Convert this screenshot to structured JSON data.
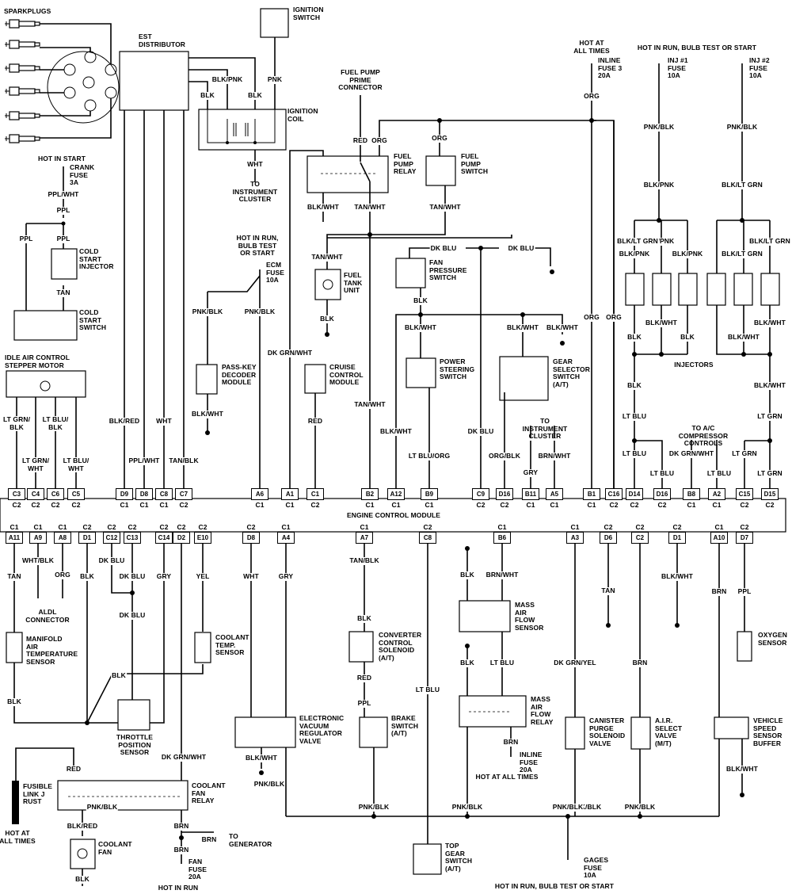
{
  "diagram": {
    "title": "ENGINE CONTROL MODULE",
    "top_components": {
      "sparkplugs": "SPARKPLUGS",
      "distributor": "EST\nDISTRIBUTOR",
      "ignition_switch": "IGNITION\nSWITCH",
      "ignition_coil": "IGNITION\nCOIL",
      "to_instrument_cluster_1": "TO\nINSTRUMENT\nCLUSTER",
      "hot_in_start": "HOT IN START",
      "crank_fuse": "CRANK\nFUSE\n3A",
      "cold_start_injector": "COLD\nSTART\nINJECTOR",
      "cold_start_switch": "COLD\nSTART\nSWITCH",
      "iac_motor": "IDLE AIR CONTROL\nSTEPPER MOTOR",
      "hot_in_run_ecm": "HOT IN RUN,\nBULB TEST\nOR START",
      "ecm_fuse": "ECM\nFUSE\n10A",
      "passkey": "PASS-KEY\nDECODER\nMODULE",
      "cruise": "CRUISE\nCONTROL\nMODULE",
      "fuel_pump_prime": "FUEL PUMP\nPRIME\nCONNECTOR",
      "fuel_pump_relay": "FUEL\nPUMP\nRELAY",
      "fuel_pump_switch": "FUEL\nPUMP\nSWITCH",
      "fuel_tank_unit": "FUEL\nTANK\nUNIT",
      "fan_pressure_switch": "FAN\nPRESSURE\nSWITCH",
      "power_steering_switch": "POWER\nSTEERING\nSWITCH",
      "gear_selector_switch": "GEAR\nSELECTOR\nSWITCH\n(A/T)",
      "to_instrument_cluster_2": "TO\nINSTRUMENT\nCLUSTER",
      "hot_at_all_times_1": "HOT AT\nALL TIMES",
      "inline_fuse_3": "INLINE\nFUSE 3\n20A",
      "hot_in_run_inj": "HOT IN RUN, BULB TEST OR START",
      "inj1_fuse": "INJ #1\nFUSE\n10A",
      "inj2_fuse": "INJ #2\nFUSE\n10A",
      "injectors": "INJECTORS",
      "to_ac": "TO A/C\nCOMPRESSOR\nCONTROLS"
    },
    "bottom_components": {
      "aldl": "ALDL\nCONNECTOR",
      "mat_sensor": "MANIFOLD\nAIR\nTEMPERATURE\nSENSOR",
      "coolant_temp_sensor": "COOLANT\nTEMP.\nSENSOR",
      "tps": "THROTTLE\nPOSITION\nSENSOR",
      "evrv": "ELECTRONIC\nVACUUM\nREGULATOR\nVALVE",
      "ccs": "CONVERTER\nCONTROL\nSOLENOID\n(A/T)",
      "brake_switch": "BRAKE\nSWITCH\n(A/T)",
      "maf_sensor": "MASS\nAIR\nFLOW\nSENSOR",
      "maf_relay": "MASS\nAIR\nFLOW\nRELAY",
      "inline_fuse_maf": "INLINE\nFUSE\n20A",
      "hot_at_all_times_2": "HOT AT ALL TIMES",
      "canister": "CANISTER\nPURGE\nSOLENOID\nVALVE",
      "air_select": "A.I.R.\nSELECT\nVALVE\n(M/T)",
      "oxygen_sensor": "OXYGEN\nSENSOR",
      "vss_buffer": "VEHICLE\nSPEED\nSENSOR\nBUFFER",
      "fusible_link": "FUSIBLE\nLINK J\nRUST",
      "hot_at_all_times_3": "HOT AT\nALL TIMES",
      "coolant_fan_relay": "COOLANT\nFAN\nRELAY",
      "coolant_fan": "COOLANT\nFAN",
      "to_generator": "TO\nGENERATOR",
      "fan_fuse": "FAN\nFUSE\n20A",
      "hot_in_run": "HOT IN RUN",
      "top_gear_switch": "TOP\nGEAR\nSWITCH\n(A/T)",
      "gages_fuse": "GAGES\nFUSE\n10A",
      "hot_in_run_gages": "HOT IN RUN, BULB TEST OR START"
    },
    "top_pins": [
      {
        "pin": "C3",
        "conn": "C2"
      },
      {
        "pin": "C4",
        "conn": "C2"
      },
      {
        "pin": "C6",
        "conn": "C2"
      },
      {
        "pin": "C5",
        "conn": "C2"
      },
      {
        "pin": "D9",
        "conn": "C1"
      },
      {
        "pin": "D8",
        "conn": "C1"
      },
      {
        "pin": "C8",
        "conn": "C1"
      },
      {
        "pin": "C7",
        "conn": "C2"
      },
      {
        "pin": "A6",
        "conn": "C1"
      },
      {
        "pin": "A1",
        "conn": "C1"
      },
      {
        "pin": "C1",
        "conn": "C2"
      },
      {
        "pin": "B2",
        "conn": "C1"
      },
      {
        "pin": "A12",
        "conn": "C1"
      },
      {
        "pin": "B9",
        "conn": "C1"
      },
      {
        "pin": "C9",
        "conn": "C2"
      },
      {
        "pin": "D16",
        "conn": "C2"
      },
      {
        "pin": "B11",
        "conn": "C1"
      },
      {
        "pin": "A5",
        "conn": "C1"
      },
      {
        "pin": "B1",
        "conn": "C1"
      },
      {
        "pin": "C16",
        "conn": "C2"
      },
      {
        "pin": "D14",
        "conn": "C2"
      },
      {
        "pin": "D16",
        "conn": "C2"
      },
      {
        "pin": "B8",
        "conn": "C1"
      },
      {
        "pin": "A2",
        "conn": "C1"
      },
      {
        "pin": "C15",
        "conn": "C2"
      },
      {
        "pin": "D15",
        "conn": "C2"
      }
    ],
    "bottom_pins": [
      {
        "pin": "A11",
        "conn": "C1"
      },
      {
        "pin": "A9",
        "conn": "C1"
      },
      {
        "pin": "A8",
        "conn": "C1"
      },
      {
        "pin": "D1",
        "conn": "C2"
      },
      {
        "pin": "C12",
        "conn": "C2"
      },
      {
        "pin": "C13",
        "conn": "C2"
      },
      {
        "pin": "C14",
        "conn": "C2"
      },
      {
        "pin": "D2",
        "conn": "C2"
      },
      {
        "pin": "E10",
        "conn": "C2"
      },
      {
        "pin": "D8",
        "conn": "C2"
      },
      {
        "pin": "A4",
        "conn": "C1"
      },
      {
        "pin": "A7",
        "conn": "C1"
      },
      {
        "pin": "C8",
        "conn": "C2"
      },
      {
        "pin": "B6",
        "conn": "C1"
      },
      {
        "pin": "A3",
        "conn": "C1"
      },
      {
        "pin": "D6",
        "conn": "C2"
      },
      {
        "pin": "C2",
        "conn": "C2"
      },
      {
        "pin": "D1",
        "conn": "C2"
      },
      {
        "pin": "A10",
        "conn": "C1"
      },
      {
        "pin": "D7",
        "conn": "C2"
      }
    ],
    "wire_labels": [
      "BLK/PNK",
      "BLK",
      "BLK",
      "PNK",
      "WHT",
      "PPL/WHT",
      "PPL",
      "PPL",
      "PPL",
      "TAN",
      "LT GRN/\nBLK",
      "LT GRN/\nWHT",
      "LT BLU/\nBLK",
      "LT BLU/\nWHT",
      "BLK/RED",
      "PPL/WHT",
      "WHT",
      "TAN/BLK",
      "PNK/BLK",
      "PNK/BLK",
      "BLK/WHT",
      "DK GRN/WHT",
      "RED",
      "RED",
      "ORG",
      "ORG",
      "BLK/WHT",
      "TAN/WHT",
      "TAN/WHT",
      "TAN/WHT",
      "BLK",
      "TAN/WHT",
      "DK BLU",
      "DK BLU",
      "BLK",
      "BLK/WHT",
      "BLK/WHT",
      "BLK/WHT",
      "BLK/WHT",
      "LT BLU/ORG",
      "DK BLU",
      "ORG/BLK",
      "GRY",
      "BRN/WHT",
      "ORG",
      "ORG",
      "ORG",
      "PNK/BLK",
      "PNK/BLK",
      "BLK/PNK",
      "BLK/LT GRN",
      "BLK/PNK",
      "BLK/PNK",
      "BLK/PNK",
      "BLK/LT GRN",
      "BLK/LT GRN",
      "BLK/LT GRN",
      "BLK",
      "BLK",
      "BLK",
      "BLK/WHT",
      "BLK/WHT",
      "BLK/WHT",
      "BLK",
      "BLK/WHT",
      "LT BLU",
      "LT BLU",
      "LT BLU",
      "DK GRN/WHT",
      "LT BLU",
      "LT GRN",
      "LT GRN",
      "LT GRN",
      "TAN",
      "WHT/BLK",
      "ORG",
      "BLK",
      "DK BLU",
      "DK BLU",
      "DK BLU",
      "GRY",
      "YEL",
      "BLK",
      "BLK",
      "WHT",
      "GRY",
      "BLK/WHT",
      "TAN/BLK",
      "BLK",
      "RED",
      "PPL",
      "LT BLU",
      "BLK",
      "BRN/WHT",
      "BLK",
      "LT BLU",
      "BRN",
      "DK GRN/YEL",
      "TAN",
      "BRN",
      "BLK/WHT",
      "BRN",
      "PPL",
      "BLK/WHT",
      "DK GRN/WHT",
      "RED",
      "BLK/RED",
      "BLK",
      "BRN",
      "BRN",
      "BRN",
      "PNK/BLK",
      "PNK/BLK",
      "PNK/BLK",
      "PNK/BLK",
      "PNK/BLK",
      "PNK/BLK",
      "PNK/BLK"
    ]
  }
}
